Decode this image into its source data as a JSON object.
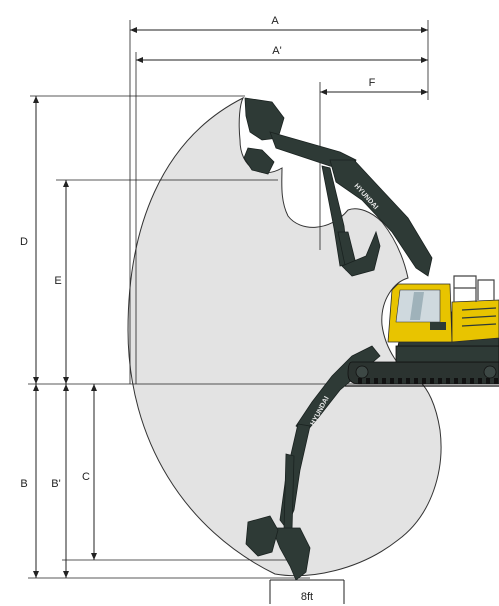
{
  "colors": {
    "envelope_fill": "#e3e3e3",
    "envelope_stroke": "#333333",
    "line": "#222222",
    "boom_arm": "#2e3a36",
    "cab_yellow": "#e8c400",
    "window": "#cfd9de",
    "ground": "#111111"
  },
  "dimensions": {
    "A": "A",
    "A_prime": "A'",
    "F": "F",
    "D": "D",
    "E": "E",
    "B": "B",
    "B_prime": "B'",
    "C": "C",
    "ground_width": "8ft"
  },
  "branding": {
    "boom_text": "HYUNDAI",
    "arm_text": "HYUNDAI"
  }
}
